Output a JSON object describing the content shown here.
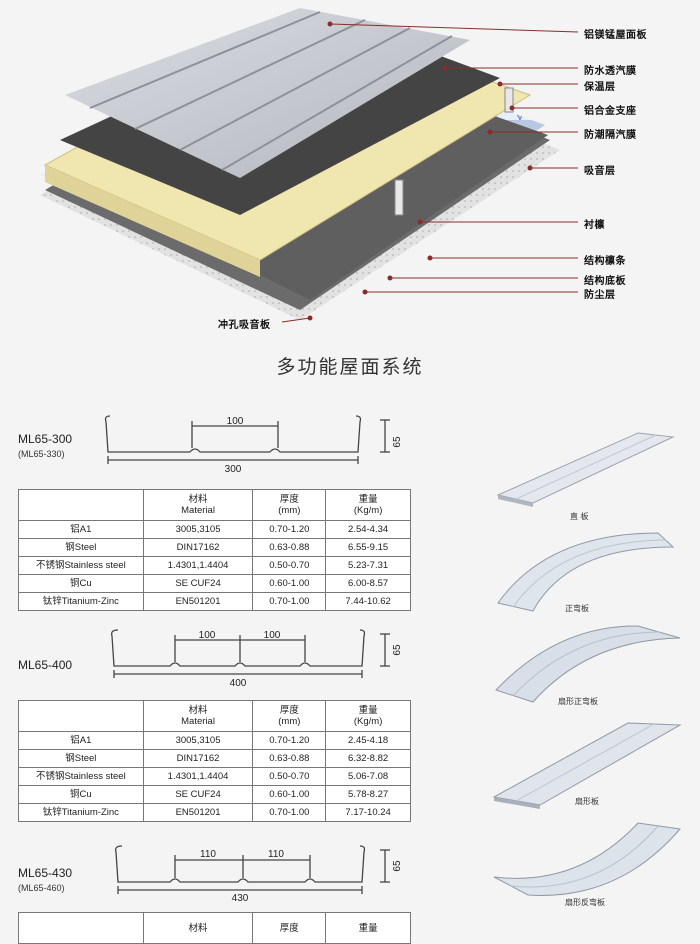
{
  "diagram": {
    "layers": [
      "铝镁锰屋面板",
      "防水透汽膜",
      "保温层",
      "铝合金支座",
      "防潮隔汽膜",
      "吸音层",
      "衬檩",
      "结构檩条",
      "结构底板",
      "防尘层"
    ],
    "bottom_label": "冲孔吸音板",
    "title": "多功能屋面系统"
  },
  "table_headers": {
    "col1": "",
    "col2_cn": "材料",
    "col2_en": "Material",
    "col3_cn": "厚度",
    "col3_en": "(mm)",
    "col4_cn": "重量",
    "col4_en": "(Kg/m)"
  },
  "models": [
    {
      "name": "ML65-300",
      "sub": "(ML65-330)",
      "spans": [
        "100"
      ],
      "width": "300",
      "height": "65",
      "rows": [
        {
          "name": "铝A1",
          "material": "3005,3105",
          "thickness": "0.70-1.20",
          "weight": "2.54-4.34"
        },
        {
          "name": "钢Steel",
          "material": "DIN17162",
          "thickness": "0.63-0.88",
          "weight": "6.55-9.15"
        },
        {
          "name": "不锈钢Stainless steel",
          "material": "1.4301,1.4404",
          "thickness": "0.50-0.70",
          "weight": "5.23-7.31"
        },
        {
          "name": "铜Cu",
          "material": "SE CUF24",
          "thickness": "0.60-1.00",
          "weight": "6.00-8.57"
        },
        {
          "name": "钛锌Titanium-Zinc",
          "material": "EN501201",
          "thickness": "0.70-1.00",
          "weight": "7.44-10.62"
        }
      ]
    },
    {
      "name": "ML65-400",
      "sub": "",
      "spans": [
        "100",
        "100"
      ],
      "width": "400",
      "height": "65",
      "rows": [
        {
          "name": "铝A1",
          "material": "3005,3105",
          "thickness": "0.70-1.20",
          "weight": "2.45-4.18"
        },
        {
          "name": "钢Steel",
          "material": "DIN17162",
          "thickness": "0.63-0.88",
          "weight": "6.32-8.82"
        },
        {
          "name": "不锈钢Stainless steel",
          "material": "1.4301,1.4404",
          "thickness": "0.50-0.70",
          "weight": "5.06-7.08"
        },
        {
          "name": "铜Cu",
          "material": "SE CUF24",
          "thickness": "0.60-1.00",
          "weight": "5.78-8.27"
        },
        {
          "name": "钛锌Titanium-Zinc",
          "material": "EN501201",
          "thickness": "0.70-1.00",
          "weight": "7.17-10.24"
        }
      ]
    },
    {
      "name": "ML65-430",
      "sub": "(ML65-460)",
      "spans": [
        "110",
        "110"
      ],
      "width": "430",
      "height": "65",
      "rows": []
    }
  ],
  "panels": [
    "直 板",
    "正弯板",
    "扇形正弯板",
    "扇形板",
    "扇形反弯板"
  ],
  "colors": {
    "insulation": "#efe6b0",
    "membrane": "#5a5a5a",
    "roof_panel": "#c9ccd2",
    "corrugated": "#9fb6d8",
    "leader": "#c0392b"
  }
}
